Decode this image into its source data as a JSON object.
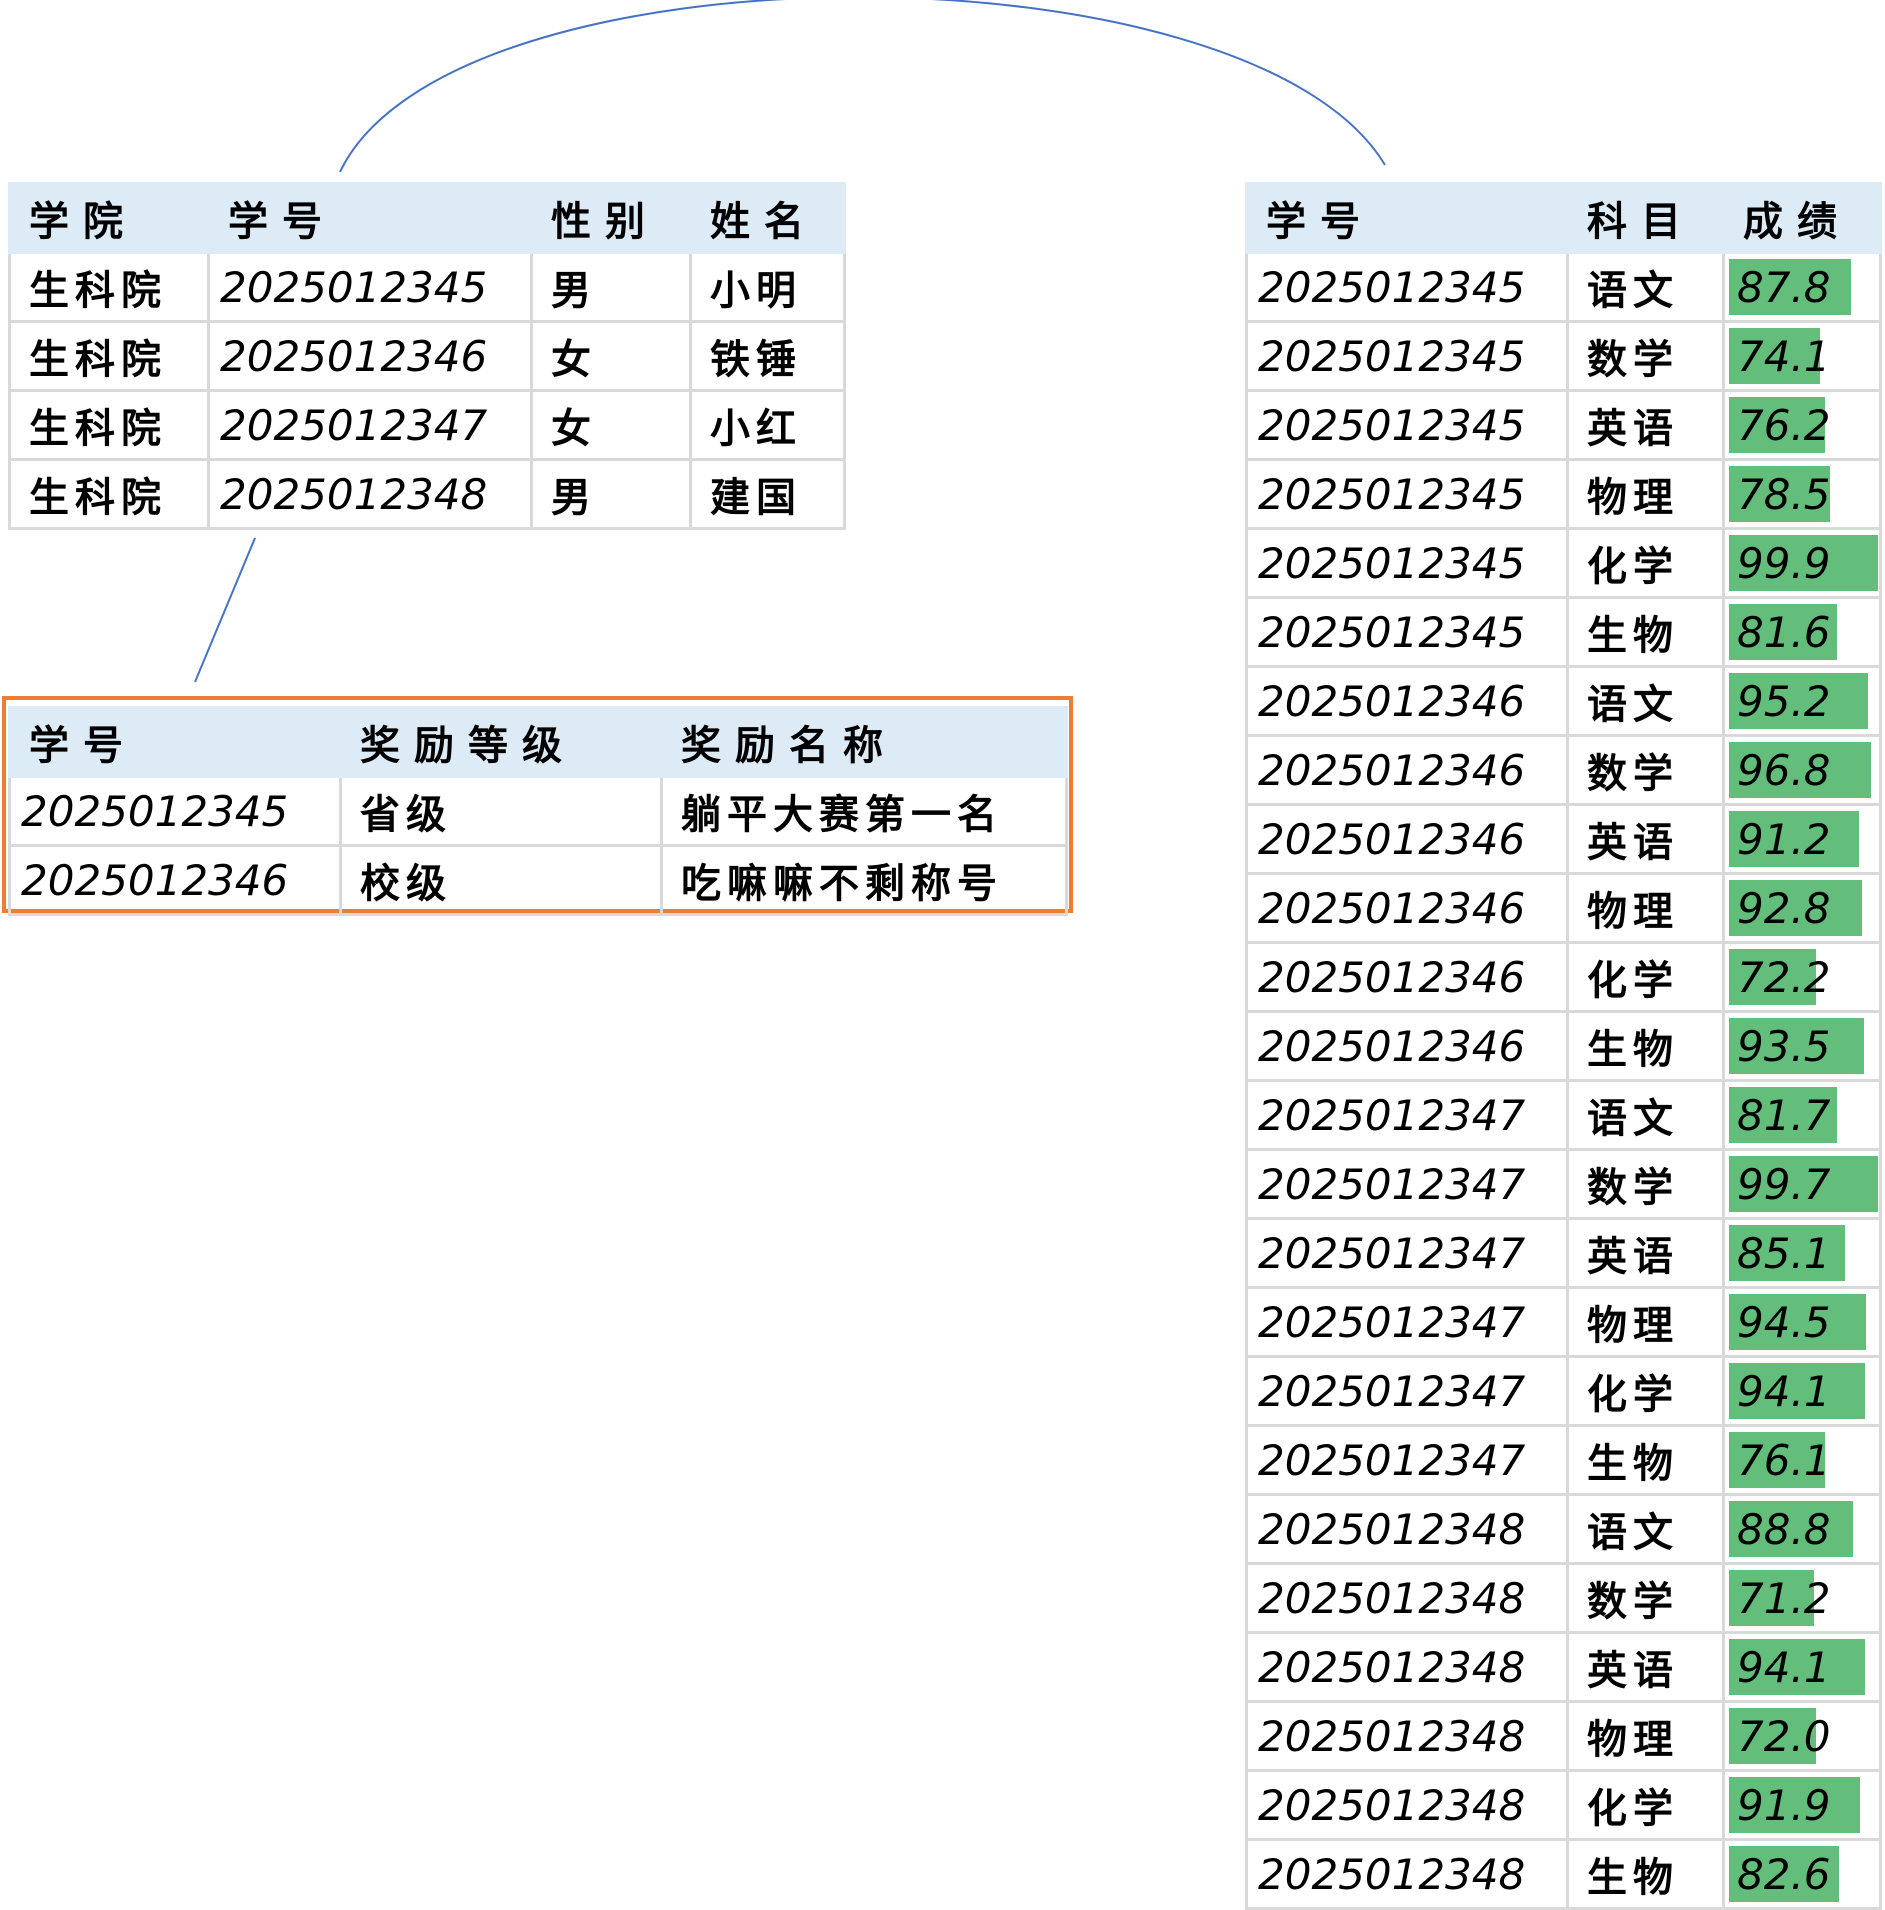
{
  "student_table": {
    "headers": [
      "学院",
      "学号",
      "性别",
      "姓名"
    ],
    "rows": [
      [
        "生科院",
        "2025012345",
        "男",
        "小明"
      ],
      [
        "生科院",
        "2025012346",
        "女",
        "铁锤"
      ],
      [
        "生科院",
        "2025012347",
        "女",
        "小红"
      ],
      [
        "生科院",
        "2025012348",
        "男",
        "建国"
      ]
    ]
  },
  "award_table": {
    "headers": [
      "学号",
      "奖励等级",
      "奖励名称"
    ],
    "rows": [
      [
        "2025012345",
        "省级",
        "躺平大赛第一名"
      ],
      [
        "2025012346",
        "校级",
        "吃嘛嘛不剩称号"
      ]
    ],
    "highlight_color": "#ed7d31"
  },
  "score_table": {
    "headers": [
      "学号",
      "科目",
      "成绩"
    ],
    "bar_color": "#63be7b",
    "rows": [
      [
        "2025012345",
        "语文",
        "87.8"
      ],
      [
        "2025012345",
        "数学",
        "74.1"
      ],
      [
        "2025012345",
        "英语",
        "76.2"
      ],
      [
        "2025012345",
        "物理",
        "78.5"
      ],
      [
        "2025012345",
        "化学",
        "99.9"
      ],
      [
        "2025012345",
        "生物",
        "81.6"
      ],
      [
        "2025012346",
        "语文",
        "95.2"
      ],
      [
        "2025012346",
        "数学",
        "96.8"
      ],
      [
        "2025012346",
        "英语",
        "91.2"
      ],
      [
        "2025012346",
        "物理",
        "92.8"
      ],
      [
        "2025012346",
        "化学",
        "72.2"
      ],
      [
        "2025012346",
        "生物",
        "93.5"
      ],
      [
        "2025012347",
        "语文",
        "81.7"
      ],
      [
        "2025012347",
        "数学",
        "99.7"
      ],
      [
        "2025012347",
        "英语",
        "85.1"
      ],
      [
        "2025012347",
        "物理",
        "94.5"
      ],
      [
        "2025012347",
        "化学",
        "94.1"
      ],
      [
        "2025012347",
        "生物",
        "76.1"
      ],
      [
        "2025012348",
        "语文",
        "88.8"
      ],
      [
        "2025012348",
        "数学",
        "71.2"
      ],
      [
        "2025012348",
        "英语",
        "94.1"
      ],
      [
        "2025012348",
        "物理",
        "72.0"
      ],
      [
        "2025012348",
        "化学",
        "91.9"
      ],
      [
        "2025012348",
        "生物",
        "82.6"
      ]
    ]
  },
  "connector_color": "#4472c4"
}
